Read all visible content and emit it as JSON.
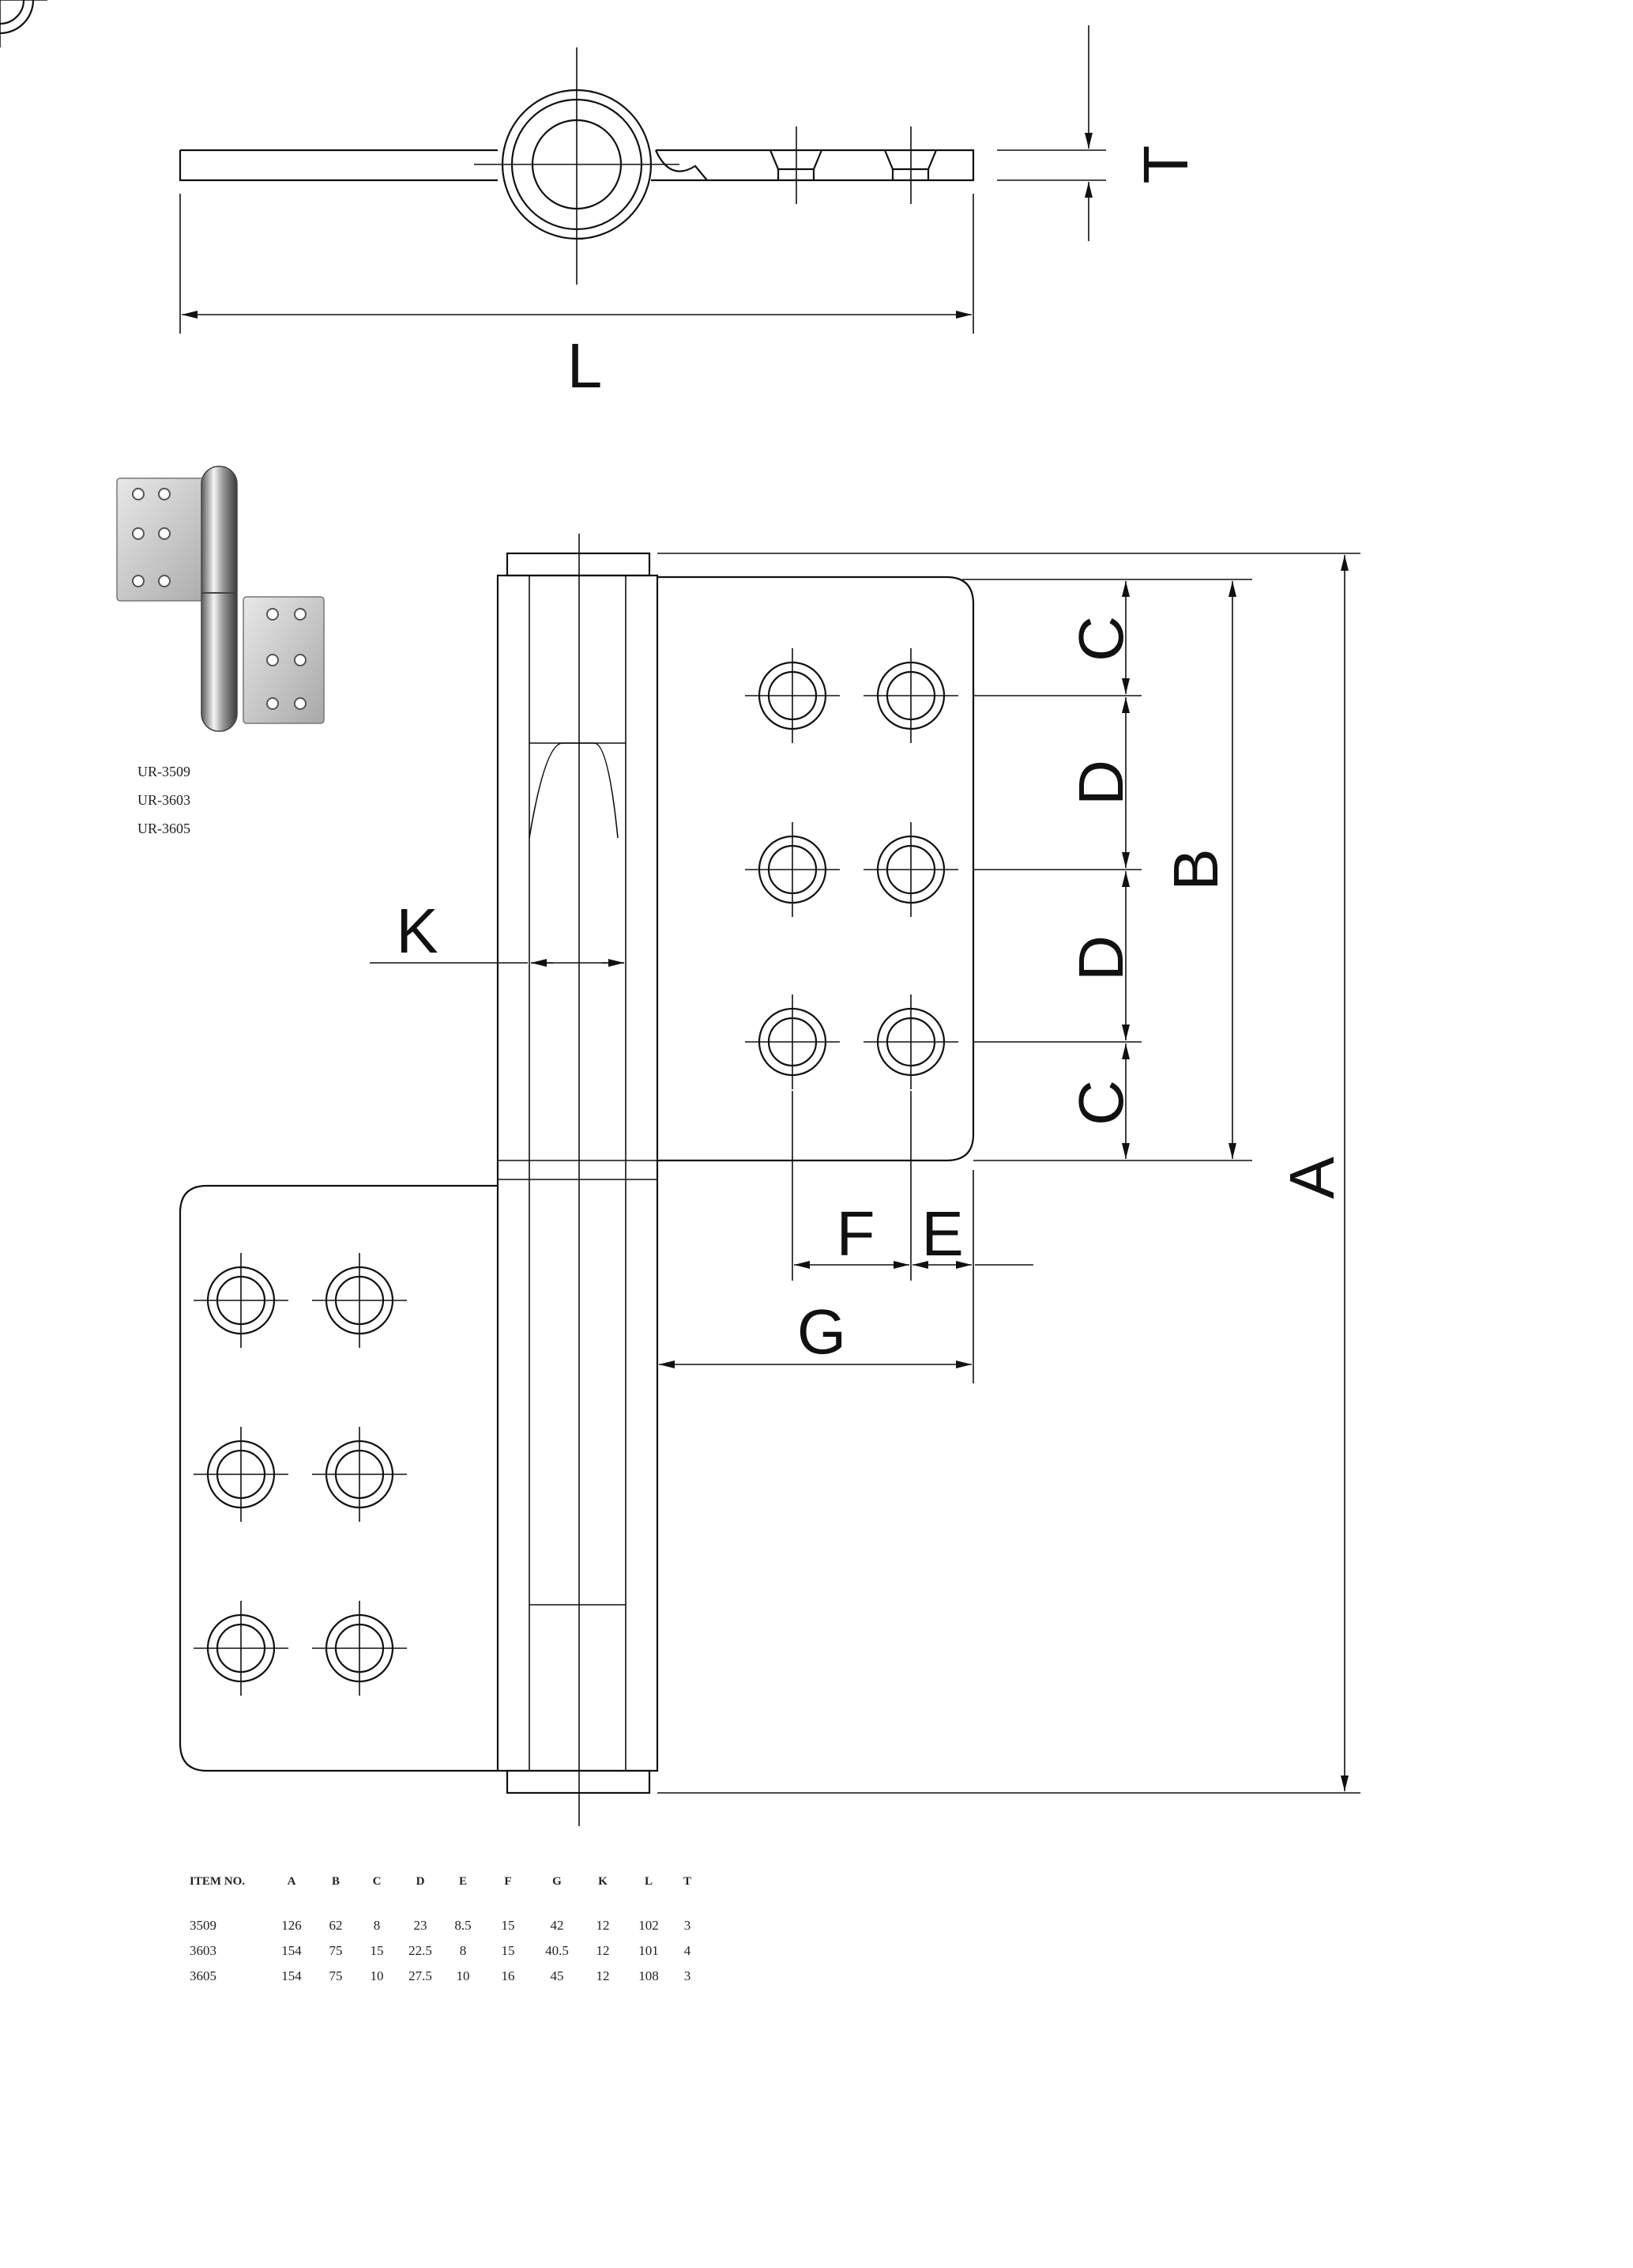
{
  "dimension_labels": {
    "L": "L",
    "T": "T",
    "A": "A",
    "B": "B",
    "C_top": "C",
    "C_bottom": "C",
    "D_upper": "D",
    "D_lower": "D",
    "E": "E",
    "F": "F",
    "G": "G",
    "K": "K"
  },
  "models": [
    "UR-3509",
    "UR-3603",
    "UR-3605"
  ],
  "table": {
    "headers": [
      "ITEM NO.",
      "A",
      "B",
      "C",
      "D",
      "E",
      "F",
      "G",
      "K",
      "L",
      "T"
    ],
    "rows": [
      [
        "3509",
        "126",
        "62",
        "8",
        "23",
        "8.5",
        "15",
        "42",
        "12",
        "102",
        "3"
      ],
      [
        "3603",
        "154",
        "75",
        "15",
        "22.5",
        "8",
        "15",
        "40.5",
        "12",
        "101",
        "4"
      ],
      [
        "3605",
        "154",
        "75",
        "10",
        "27.5",
        "10",
        "16",
        "45",
        "12",
        "108",
        "3"
      ]
    ]
  }
}
